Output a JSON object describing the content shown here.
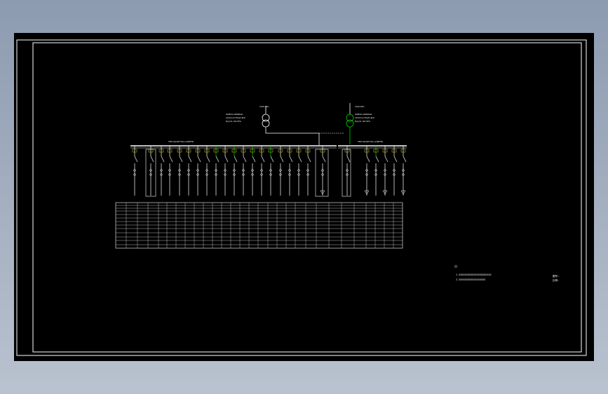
{
  "colors": {
    "background_outer": "#8d9bb0",
    "paper": "#000000",
    "lines": "#ffffff",
    "accent_green": "#00d000",
    "accent_yellow": "#ffff00"
  },
  "drawing": {
    "transformer_1": {
      "rating_label": "10/0.4kV",
      "spec_lines": [
        "SCB10-1600kVA",
        "10±2×2.5%/0.4kV",
        "Dyn11 Uk=6%"
      ]
    },
    "transformer_2": {
      "rating_label": "10/0.4kV",
      "spec_lines": [
        "SCB10-1600kVA",
        "10±2×2.5%/0.4kV",
        "Dyn11 Uk=6%"
      ]
    },
    "busbar_1_label": "TMY-3(100*10)+2(80*8)",
    "busbar_2_label": "TMY-3(100*10)+2(80*8)",
    "notes": {
      "marker": "注:",
      "line_1": "1.XXXXXXXXXXXXXXXXXXXXXX",
      "line_2": "2.XXXXXXXXXXXXXXXXXX",
      "stamp_1": "图号:",
      "stamp_2": "比例:"
    }
  }
}
